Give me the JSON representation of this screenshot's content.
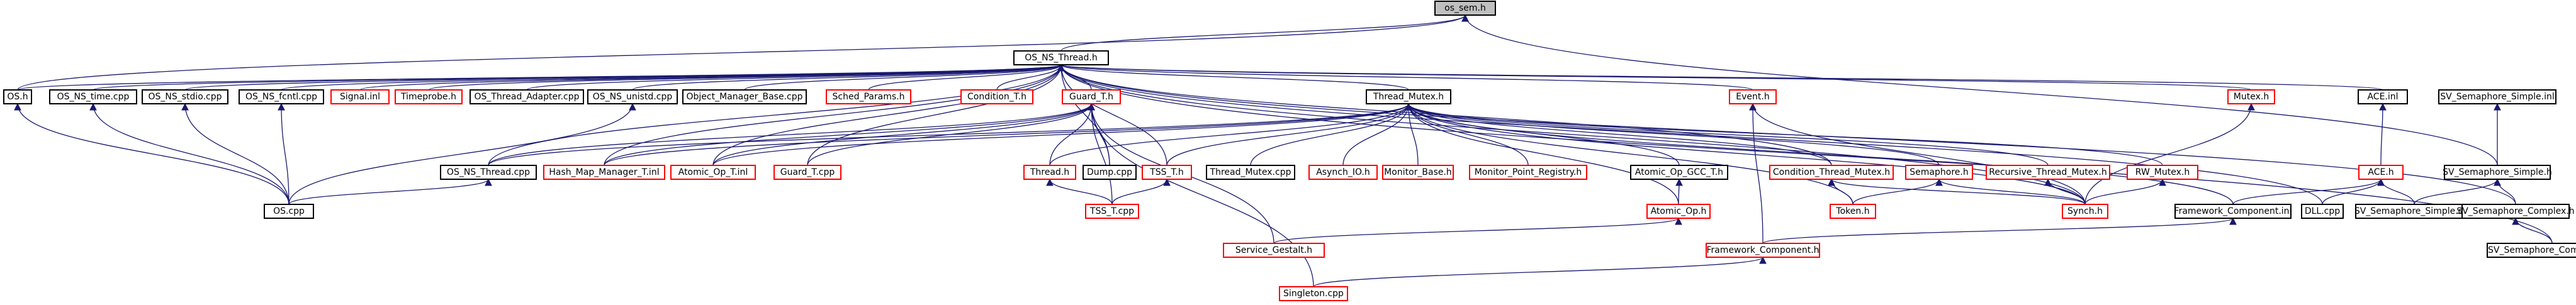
{
  "graph": {
    "kind": "include-dependency-graph",
    "root": "os_sem.h",
    "colors": {
      "edge": "#191970",
      "documented_border": "#000000",
      "undocumented_border": "#ff0000",
      "root_fill": "#bfbfbf"
    },
    "nodes": [
      {
        "id": "n0",
        "label": "os_sem.h",
        "style": "root"
      },
      {
        "id": "n1",
        "label": "OS_NS_Thread.h",
        "style": "black"
      },
      {
        "id": "n2",
        "label": "OS.h",
        "style": "black"
      },
      {
        "id": "n3",
        "label": "OS_NS_time.cpp",
        "style": "black"
      },
      {
        "id": "n4",
        "label": "OS_NS_stdio.cpp",
        "style": "black"
      },
      {
        "id": "n5",
        "label": "OS_NS_fcntl.cpp",
        "style": "black"
      },
      {
        "id": "n6",
        "label": "Signal.inl",
        "style": "red"
      },
      {
        "id": "n7",
        "label": "Timeprobe.h",
        "style": "red"
      },
      {
        "id": "n8",
        "label": "OS_Thread_Adapter.cpp",
        "style": "black"
      },
      {
        "id": "n9",
        "label": "OS_NS_unistd.cpp",
        "style": "black"
      },
      {
        "id": "n10",
        "label": "Object_Manager_Base.cpp",
        "style": "black"
      },
      {
        "id": "n11",
        "label": "Sched_Params.h",
        "style": "red"
      },
      {
        "id": "n12",
        "label": "Condition_T.h",
        "style": "red"
      },
      {
        "id": "n13",
        "label": "Guard_T.h",
        "style": "red"
      },
      {
        "id": "n14",
        "label": "Thread_Mutex.h",
        "style": "black"
      },
      {
        "id": "n15",
        "label": "Event.h",
        "style": "red"
      },
      {
        "id": "n16",
        "label": "Mutex.h",
        "style": "red"
      },
      {
        "id": "n17",
        "label": "ACE.inl",
        "style": "black"
      },
      {
        "id": "n18",
        "label": "SV_Semaphore_Simple.inl",
        "style": "black"
      },
      {
        "id": "n19",
        "label": "OS_NS_Thread.cpp",
        "style": "black"
      },
      {
        "id": "n20",
        "label": "Hash_Map_Manager_T.inl",
        "style": "red"
      },
      {
        "id": "n21",
        "label": "Atomic_Op_T.inl",
        "style": "red"
      },
      {
        "id": "n22",
        "label": "Guard_T.cpp",
        "style": "red"
      },
      {
        "id": "n23",
        "label": "Thread.h",
        "style": "red"
      },
      {
        "id": "n24",
        "label": "Dump.cpp",
        "style": "black"
      },
      {
        "id": "n25",
        "label": "TSS_T.h",
        "style": "red"
      },
      {
        "id": "n26",
        "label": "Thread_Mutex.cpp",
        "style": "black"
      },
      {
        "id": "n27",
        "label": "Asynch_IO.h",
        "style": "red"
      },
      {
        "id": "n28",
        "label": "Monitor_Base.h",
        "style": "red"
      },
      {
        "id": "n29",
        "label": "Monitor_Point_Registry.h",
        "style": "red"
      },
      {
        "id": "n30",
        "label": "Atomic_Op_GCC_T.h",
        "style": "black"
      },
      {
        "id": "n31",
        "label": "Condition_Thread_Mutex.h",
        "style": "red"
      },
      {
        "id": "n32",
        "label": "Semaphore.h",
        "style": "red"
      },
      {
        "id": "n33",
        "label": "Recursive_Thread_Mutex.h",
        "style": "red"
      },
      {
        "id": "n34",
        "label": "RW_Mutex.h",
        "style": "red"
      },
      {
        "id": "n35",
        "label": "ACE.h",
        "style": "red"
      },
      {
        "id": "n36",
        "label": "SV_Semaphore_Simple.h",
        "style": "black"
      },
      {
        "id": "n37",
        "label": "OS.cpp",
        "style": "black"
      },
      {
        "id": "n38",
        "label": "TSS_T.cpp",
        "style": "red"
      },
      {
        "id": "n39",
        "label": "Atomic_Op.h",
        "style": "red"
      },
      {
        "id": "n40",
        "label": "Token.h",
        "style": "red"
      },
      {
        "id": "n41",
        "label": "Synch.h",
        "style": "red"
      },
      {
        "id": "n42",
        "label": "Framework_Component.inl",
        "style": "black"
      },
      {
        "id": "n43",
        "label": "DLL.cpp",
        "style": "black"
      },
      {
        "id": "n44",
        "label": "SV_Semaphore_Simple.cpp",
        "style": "black"
      },
      {
        "id": "n45",
        "label": "SV_Semaphore_Complex.h",
        "style": "black"
      },
      {
        "id": "n46",
        "label": "Service_Gestalt.h",
        "style": "red"
      },
      {
        "id": "n47",
        "label": "Framework_Component.h",
        "style": "red"
      },
      {
        "id": "n48",
        "label": "SV_Semaphore_Complex.cpp",
        "style": "black"
      },
      {
        "id": "n49",
        "label": "Singleton.cpp",
        "style": "red"
      }
    ]
  }
}
